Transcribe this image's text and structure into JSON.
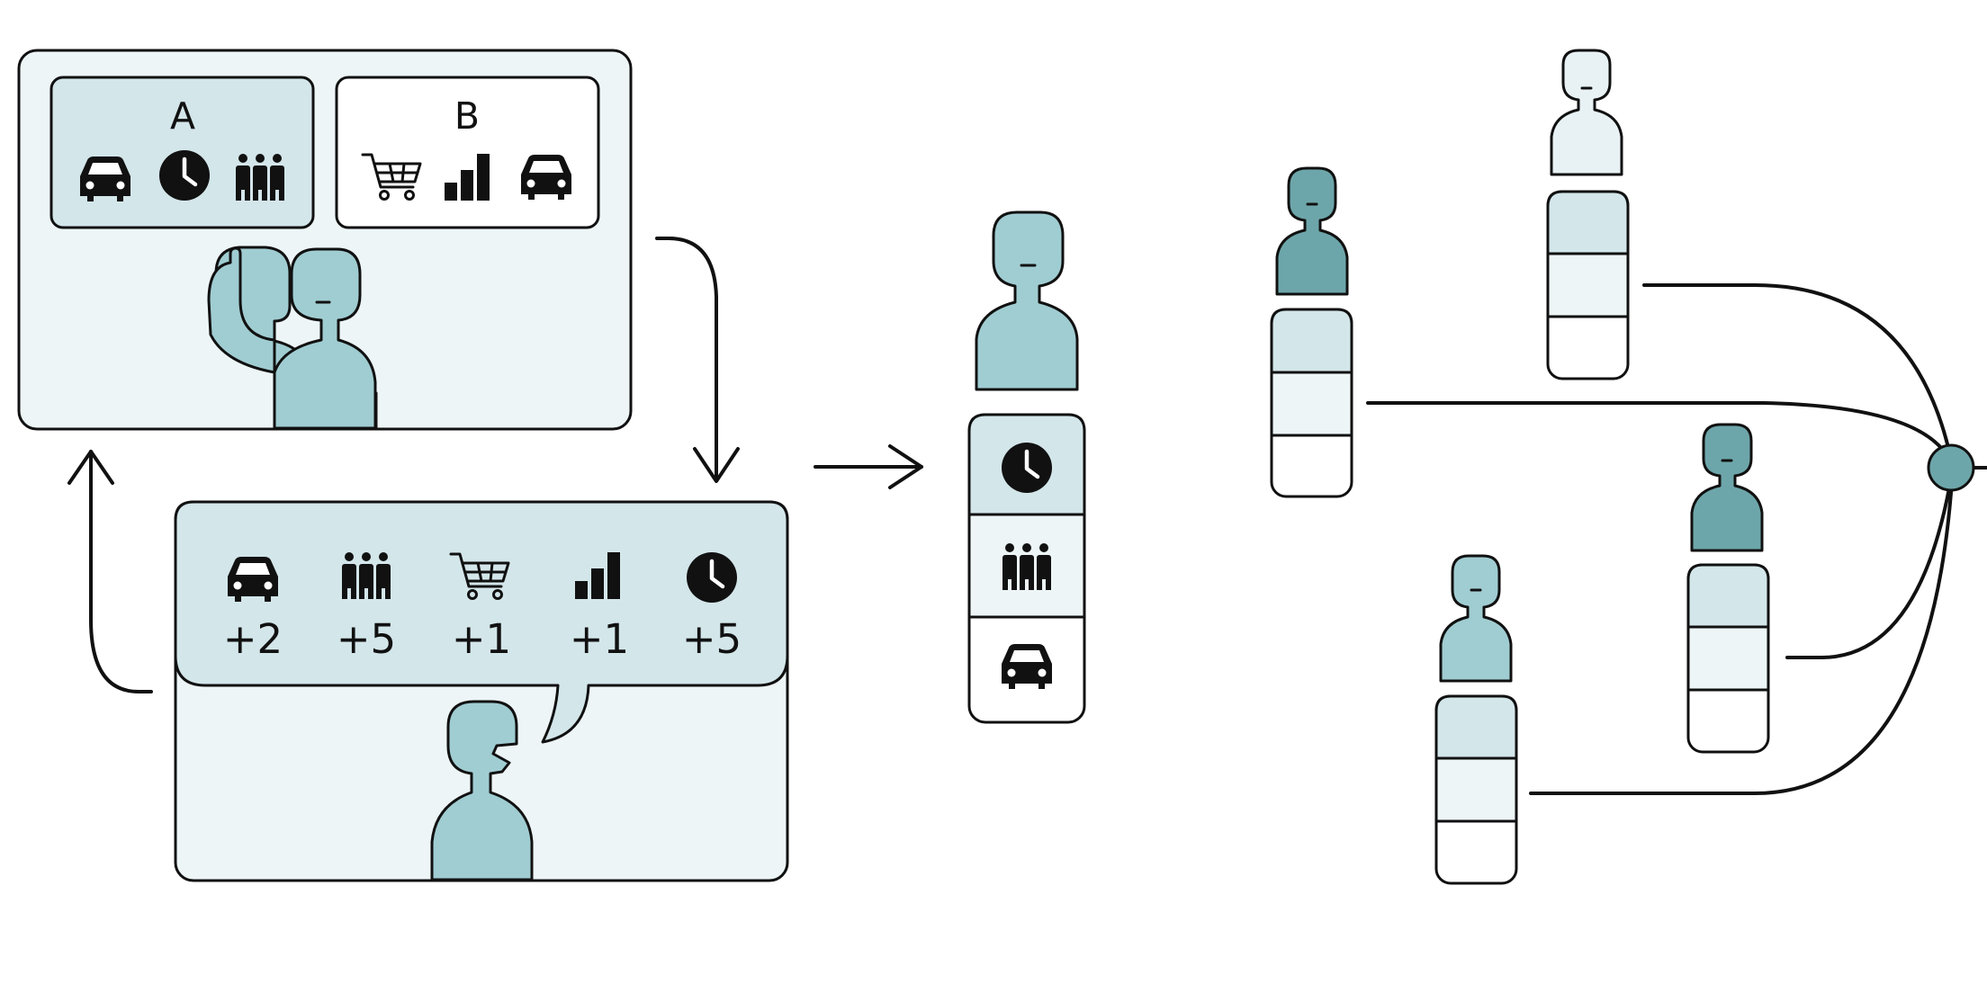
{
  "colors": {
    "stroke": "#111111",
    "panel_bg": "#edf5f7",
    "option_a_bg": "#d3e6ea",
    "person_light": "#a0cdd2",
    "person_dark": "#6da6aa",
    "person_pale": "#e8f2f4",
    "hub": "#6da6aa"
  },
  "choice_panel": {
    "option_a": {
      "label": "A",
      "icons": [
        "car-icon",
        "clock-icon",
        "people-icon"
      ]
    },
    "option_b": {
      "label": "B",
      "icons": [
        "shopping-cart-icon",
        "bar-chart-icon",
        "car-icon"
      ]
    }
  },
  "feedback_panel": {
    "items": [
      {
        "icon": "car-icon",
        "value": "+2"
      },
      {
        "icon": "people-icon",
        "value": "+5"
      },
      {
        "icon": "shopping-cart-icon",
        "value": "+1"
      },
      {
        "icon": "bar-chart-icon",
        "value": "+1"
      },
      {
        "icon": "clock-icon",
        "value": "+5"
      }
    ]
  },
  "preference_profile": {
    "ranking": [
      "clock-icon",
      "people-icon",
      "car-icon"
    ]
  },
  "aggregation": {
    "people": [
      {
        "id": "p1",
        "head_color": "person_dark"
      },
      {
        "id": "p2",
        "head_color": "person_pale"
      },
      {
        "id": "p3",
        "head_color": "person_dark"
      },
      {
        "id": "p4",
        "head_color": "person_light"
      }
    ]
  }
}
